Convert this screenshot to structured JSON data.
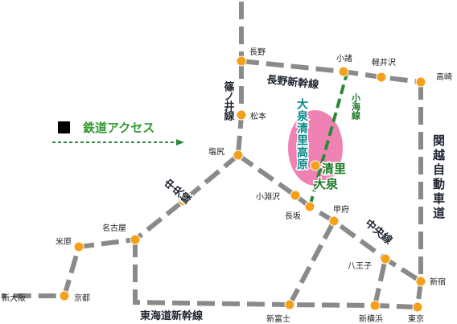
{
  "legend": {
    "label": "鉄道アクセス"
  },
  "resort": {
    "name": "大泉清里高原"
  },
  "highlight_station": {
    "line1": "清里",
    "line2": "大泉"
  },
  "lines": {
    "koumi": "小海線",
    "nagano_shinkansen": "長野新幹線",
    "shinonoi": "篠ノ井線",
    "kanetsu": "関越自動車道",
    "chuo_west": "中央線",
    "chuo_east": "中央線",
    "tokaido": "東海道新幹線"
  },
  "stations": {
    "nagano": "長野",
    "komoro": "小諸",
    "karuizawa": "軽井沢",
    "takasaki": "高崎",
    "matsumoto": "松本",
    "shiojiri": "塩尻",
    "kobuchizawa": "小淵沢",
    "nagasaka": "長坂",
    "kofu": "甲府",
    "nagoya": "名古屋",
    "maibara": "米原",
    "kyoto": "京都",
    "shin_osaka": "新大阪",
    "hachioji": "八王子",
    "shinjuku": "新宿",
    "shin_fuji": "新富士",
    "shin_yokohama": "新横浜",
    "tokyo": "東京"
  },
  "colors": {
    "road": "#8a8a8a",
    "station": "#f5a01a",
    "koumi_line": "#2a8a3a",
    "resort_area": "#ee6fa8",
    "legend_arrow": "#2a8a3a",
    "legend_square": "#000000"
  }
}
